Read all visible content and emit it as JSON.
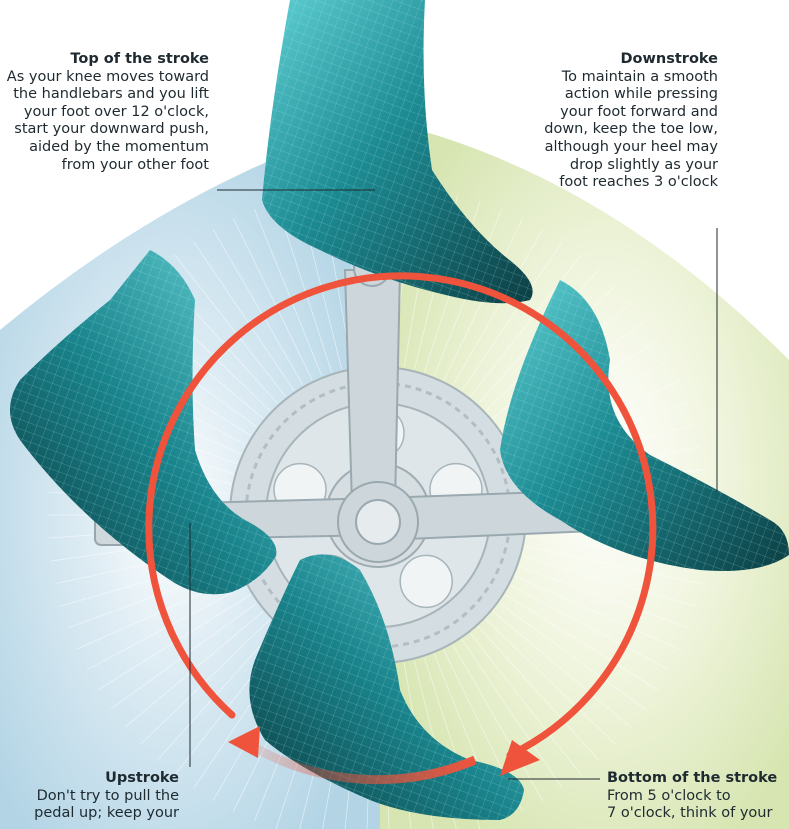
{
  "captions": {
    "top_of_stroke": {
      "title": "Top of the stroke",
      "body": "As your knee moves toward\nthe handlebars and you lift\nyour foot over 12 o'clock,\nstart your downward push,\naided by the momentum\nfrom your other foot"
    },
    "downstroke": {
      "title": "Downstroke",
      "body": "To maintain a smooth\naction while pressing\nyour foot forward and\ndown, keep the toe low,\nalthough your heel may\ndrop slightly as your\nfoot reaches 3 o'clock"
    },
    "upstroke": {
      "title": "Upstroke",
      "body": "Don't try to pull the\npedal up; keep your"
    },
    "bottom_of_stroke": {
      "title": "Bottom of the stroke",
      "body": "From 5 o'clock to\n7 o'clock, think of your"
    }
  },
  "colors": {
    "arrow": "#f0533b",
    "foot_dark": "#0f4a4e",
    "foot_mid": "#1f8f96",
    "foot_light": "#4fc4c9",
    "crank": "#c9d3d8",
    "bg_blue": "#cfe3ee",
    "bg_green": "#e3ecc8"
  }
}
